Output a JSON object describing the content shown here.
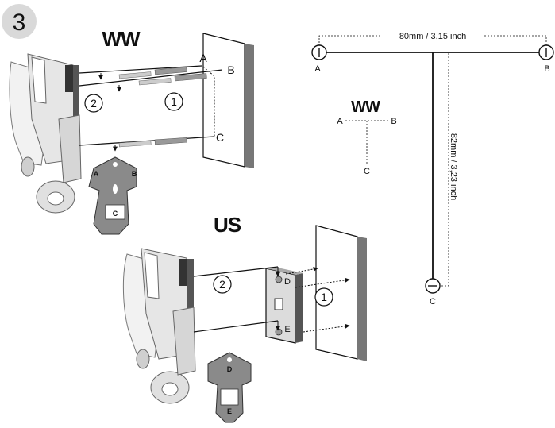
{
  "step_number": "3",
  "sections": {
    "ww_title": "WW",
    "us_title": "US"
  },
  "ww_install": {
    "hole_labels": [
      "A",
      "B",
      "C"
    ],
    "step_first": "1",
    "step_second": "2",
    "plate_labels": [
      "A",
      "B",
      "C"
    ]
  },
  "us_install": {
    "hole_labels": [
      "D",
      "E"
    ],
    "step_first": "1",
    "step_second": "2",
    "plate_labels": [
      "D",
      "E"
    ]
  },
  "template": {
    "width_dimension": "80mm / 3,15 inch",
    "height_dimension": "82mm / 3,23 inch",
    "points": [
      "A",
      "B",
      "C"
    ],
    "mini_title": "WW",
    "mini_points": [
      "A",
      "B",
      "C"
    ]
  }
}
